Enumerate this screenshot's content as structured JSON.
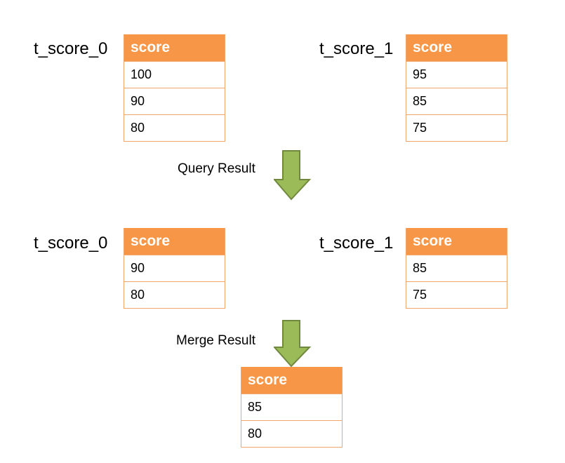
{
  "stage1": {
    "left": {
      "name": "t_score_0",
      "header": "score",
      "rows": [
        "100",
        "90",
        "80"
      ]
    },
    "right": {
      "name": "t_score_1",
      "header": "score",
      "rows": [
        "95",
        "85",
        "75"
      ]
    }
  },
  "arrow1": {
    "label": "Query Result"
  },
  "stage2": {
    "left": {
      "name": "t_score_0",
      "header": "score",
      "rows": [
        "90",
        "80"
      ]
    },
    "right": {
      "name": "t_score_1",
      "header": "score",
      "rows": [
        "85",
        "75"
      ]
    }
  },
  "arrow2": {
    "label": "Merge Result"
  },
  "result": {
    "header": "score",
    "rows": [
      "85",
      "80"
    ]
  },
  "colors": {
    "header_fill": "#f79646",
    "arrow_fill": "#9bbb59",
    "arrow_stroke": "#71893f"
  }
}
